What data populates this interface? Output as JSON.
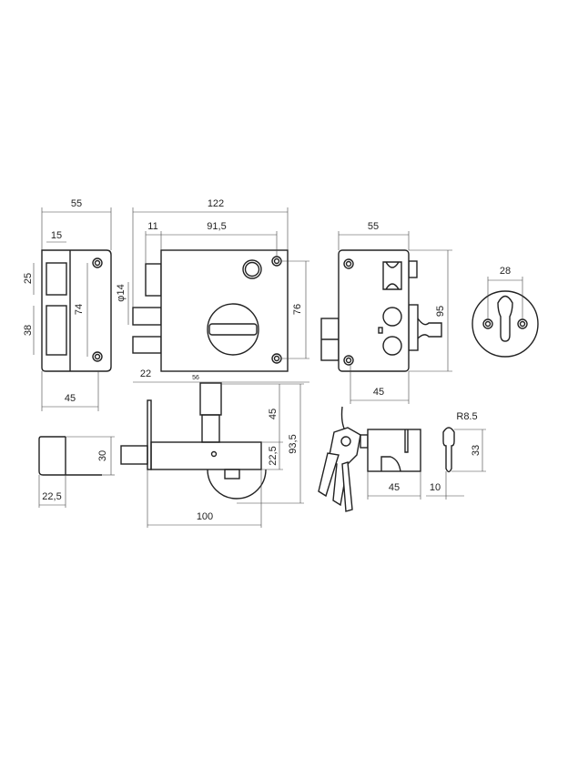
{
  "title": "Rim lock technical drawing",
  "dimensions": {
    "strike_width": "55",
    "strike_window": "15",
    "strike_h1": "25",
    "strike_h2": "38",
    "strike_hole_spacing": "74",
    "strike_base": "45",
    "lock_width": "122",
    "latch_offset": "11",
    "hole_spacing_h": "91,5",
    "bolt_dia": "φ14",
    "hole_spacing_v": "76",
    "bolt_projection": "22",
    "backset": "56",
    "side_depth": "55",
    "side_height": "95",
    "side_hole": "45",
    "escutcheon_spacing": "28",
    "bracket_height": "30",
    "bracket_depth": "22,5",
    "top_cyl": "45",
    "top_body": "22,5",
    "top_total": "93,5",
    "top_width": "100",
    "cyl_length": "45",
    "cyl_radius": "R8.5",
    "cyl_height": "33",
    "cyl_cam": "10"
  }
}
